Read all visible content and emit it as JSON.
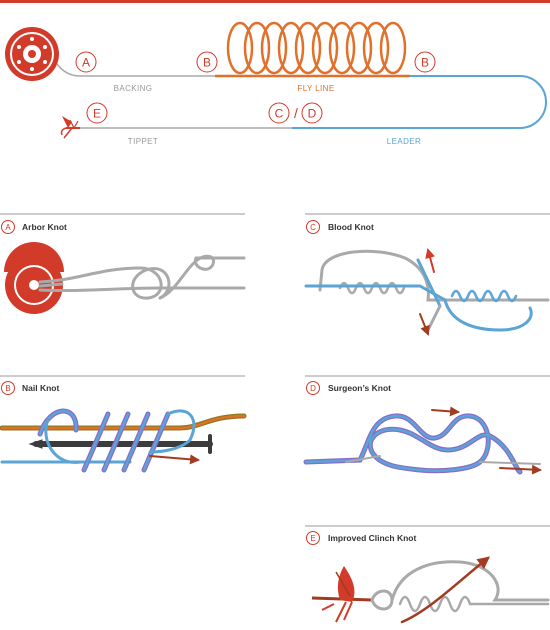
{
  "colors": {
    "red": "#d23a2a",
    "orange": "#e0702a",
    "blue": "#5aa4d6",
    "gray": "#a9a9a9",
    "dark": "#3c3c3c",
    "olive": "#8c7a1e",
    "purple": "#8a6cc8",
    "rust": "#a13c22"
  },
  "overview": {
    "markers": {
      "A": "A",
      "B": "B",
      "C": "C",
      "D": "D",
      "E": "E",
      "slash": "/"
    },
    "labels": {
      "backing": "BACKING",
      "fly_line": "FLY LINE",
      "tippet": "TIPPET",
      "leader": "LEADER"
    },
    "icons": [
      "reel-icon",
      "fly-icon",
      "coiled-line-icon"
    ]
  },
  "panels": {
    "arbor": {
      "letter": "A",
      "title": "Arbor Knot"
    },
    "blood": {
      "letter": "C",
      "title": "Blood Knot"
    },
    "nail": {
      "letter": "B",
      "title": "Nail Knot"
    },
    "surgeons": {
      "letter": "D",
      "title": "Surgeon’s Knot"
    },
    "clinch": {
      "letter": "E",
      "title": "Improved Clinch Knot"
    }
  }
}
